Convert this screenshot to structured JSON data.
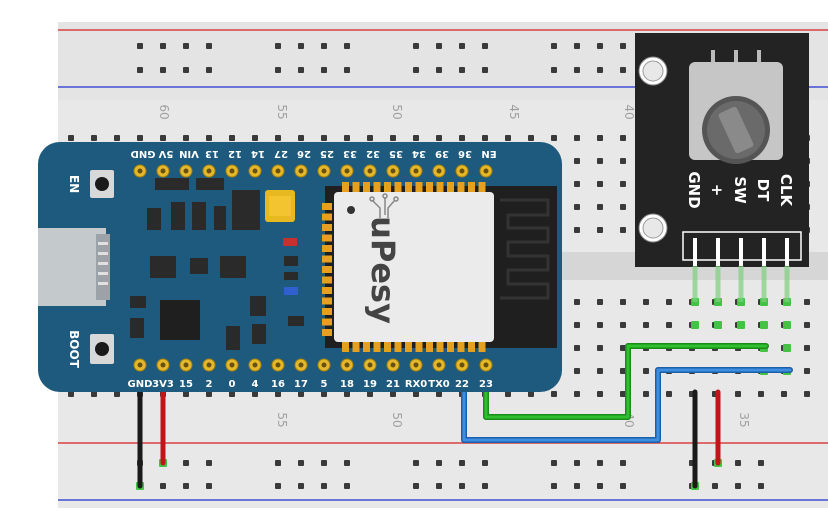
{
  "breadboard": {
    "column_numbers_top": [
      "60",
      "55",
      "50",
      "45",
      "40"
    ],
    "column_numbers_bottom": [
      "55",
      "50",
      "40",
      "35"
    ]
  },
  "esp32_board": {
    "brand": "uPesy",
    "top_pins": [
      "GND",
      "5V",
      "VIN",
      "13",
      "12",
      "14",
      "27",
      "26",
      "25",
      "33",
      "32",
      "35",
      "34",
      "39",
      "36",
      "EN"
    ],
    "bottom_pins": [
      "GND",
      "3V3",
      "15",
      "2",
      "0",
      "4",
      "16",
      "17",
      "5",
      "18",
      "19",
      "21",
      "RX0",
      "TX0",
      "22",
      "23"
    ],
    "button_en": "EN",
    "button_boot": "BOOT"
  },
  "encoder_module": {
    "pins": [
      "GND",
      "+",
      "SW",
      "DT",
      "CLK"
    ]
  },
  "wire_colors": {
    "ground": "#1a1a1a",
    "power": "#c0161a",
    "signal_green": "#1fa51f",
    "signal_blue": "#1e6fc0"
  }
}
